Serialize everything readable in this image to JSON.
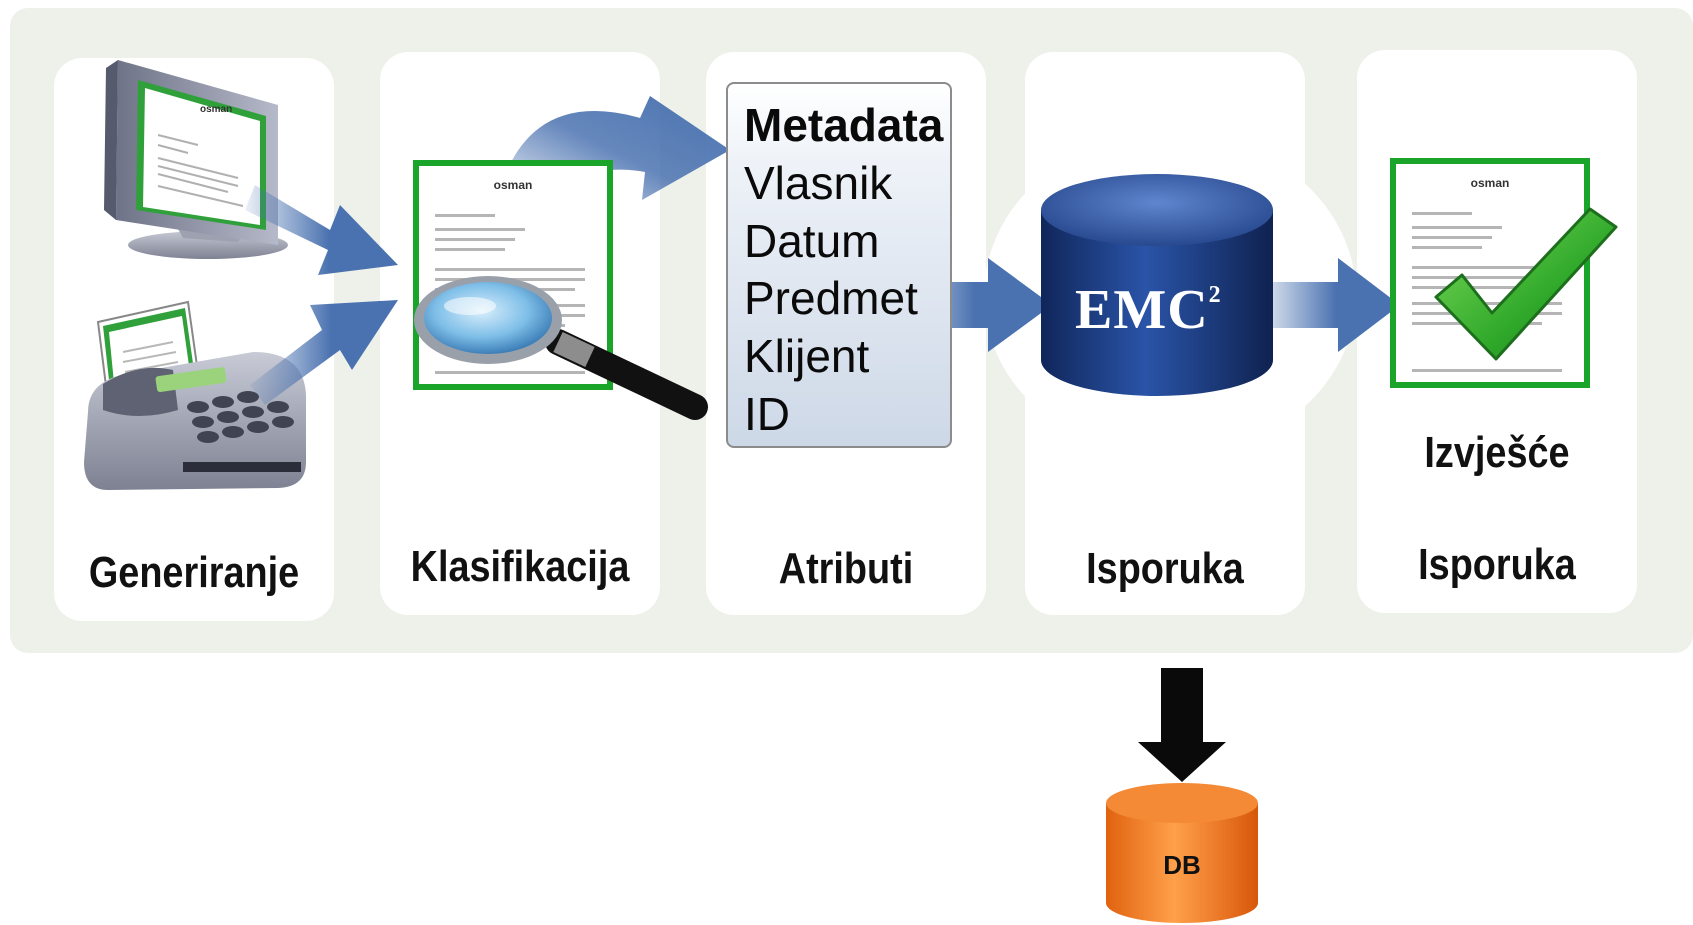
{
  "stages": [
    {
      "id": "generate",
      "label": "Generiranje"
    },
    {
      "id": "classify",
      "label": "Klasifikacija"
    },
    {
      "id": "attributes",
      "label": "Atributi"
    },
    {
      "id": "deliver-storage",
      "label": "Isporuka"
    },
    {
      "id": "deliver-report",
      "label": "Isporuka",
      "sublabel": "Izvješće"
    }
  ],
  "metadata": {
    "title": "Metadata",
    "fields": [
      "Vlasnik",
      "Datum",
      "Predmet",
      "Klijent",
      "ID"
    ]
  },
  "storage": {
    "brand": "EMC",
    "superscript": "2"
  },
  "document": {
    "logo": "osman"
  },
  "database": {
    "label": "DB"
  },
  "colors": {
    "arrow": "#4a72b0",
    "doc_border": "#1aa52a",
    "check": "#35b52e",
    "cylinder": "#1d3d86",
    "db": "#f07a1e"
  },
  "icons": [
    "computer-monitor-icon",
    "fax-machine-icon",
    "magnifier-icon",
    "checkmark-icon",
    "emc-storage-icon",
    "database-icon"
  ]
}
